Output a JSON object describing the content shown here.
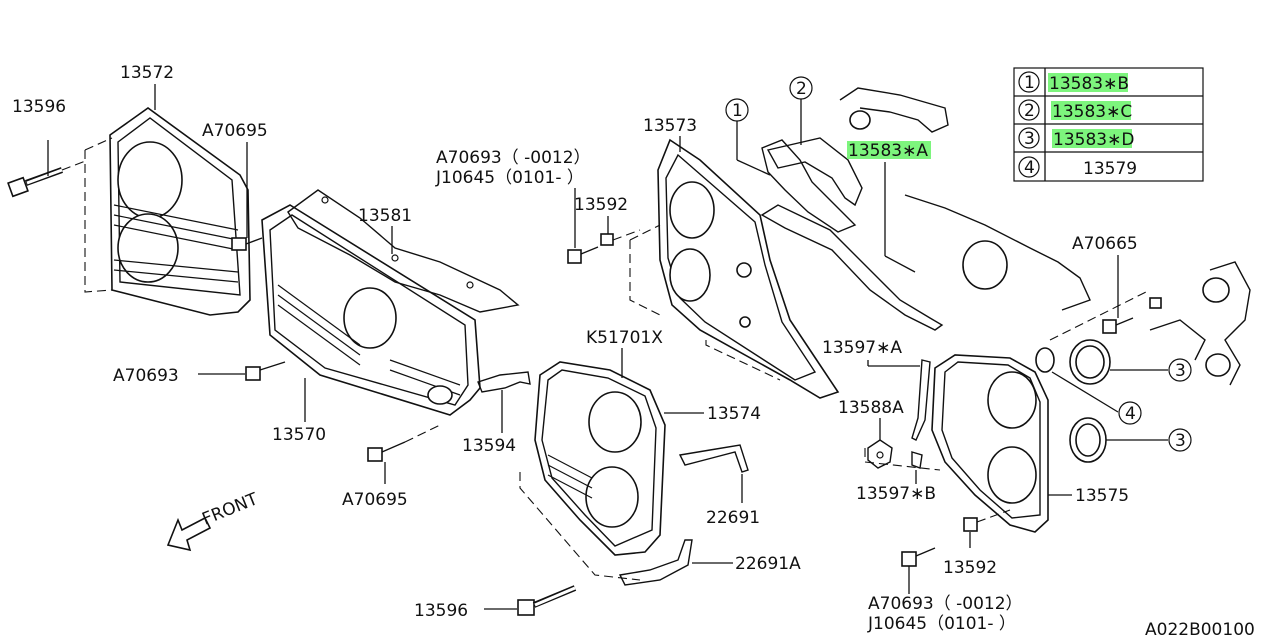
{
  "diagram_code": "A022B00100",
  "direction_label": "FRONT",
  "highlight_color": "#7df57d",
  "legend": [
    {
      "marker": "1",
      "part": "13583∗B",
      "highlighted": true
    },
    {
      "marker": "2",
      "part": "13583∗C",
      "highlighted": true
    },
    {
      "marker": "3",
      "part": "13583∗D",
      "highlighted": true
    },
    {
      "marker": "4",
      "part": "13579",
      "highlighted": false
    }
  ],
  "callouts": {
    "p13572": "13572",
    "p13596_top": "13596",
    "pA70695_top": "A70695",
    "p13581": "13581",
    "p13573": "13573",
    "pA70693_top": "A70693（    -0012）",
    "pJ10645_top": "J10645（0101-    ）",
    "p13592_top": "13592",
    "p13583A": "13583∗A",
    "pA70665": "A70665",
    "pA70693_left": "A70693",
    "p13570": "13570",
    "p13594": "13594",
    "pA70695_bottom": "A70695",
    "pK51701X": "K51701X",
    "p13574": "13574",
    "p22691": "22691",
    "p22691A": "22691A",
    "p13596_bottom": "13596",
    "p13597A": "13597∗A",
    "p13588A": "13588A",
    "p13597B": "13597∗B",
    "p13575": "13575",
    "p13592_bottom": "13592",
    "pA70693_bottom": "A70693（    -0012）",
    "pJ10645_bottom": "J10645（0101-    ）"
  },
  "markers": {
    "m1_top": "1",
    "m2_top": "2",
    "m3_upper": "3",
    "m4": "4",
    "m3_lower": "3"
  }
}
